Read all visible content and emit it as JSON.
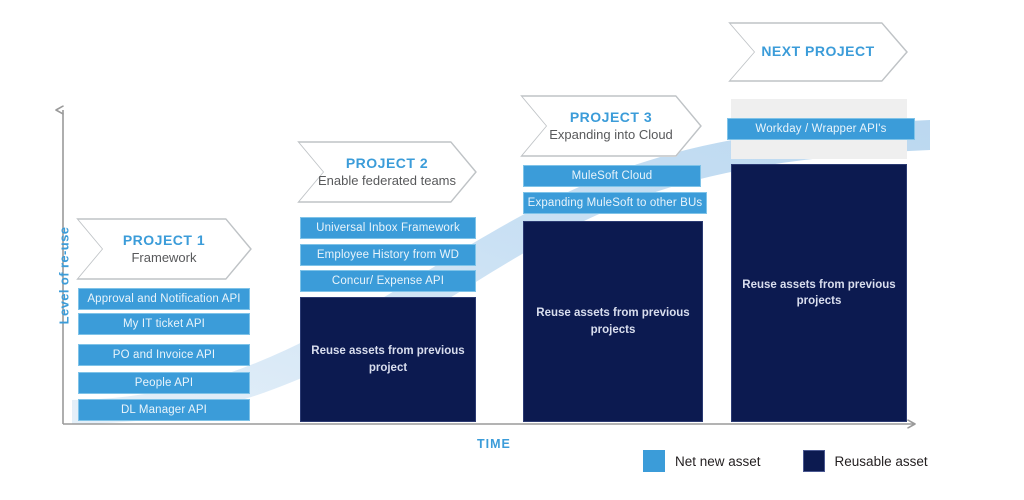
{
  "axes": {
    "y_label": "Level of re-use",
    "x_label": "TIME"
  },
  "colors": {
    "net_new_asset": "#3B9CD9",
    "reusable_asset": "#0C1A50",
    "accent_text": "#3B9CD9",
    "swoosh": "#CFE3F4",
    "gray_panel": "#EFEFEF"
  },
  "columns": [
    {
      "id": "project-1",
      "title": "PROJECT 1",
      "subtitle": "Framework",
      "net_new_assets": [
        "Approval and Notification API",
        "My IT ticket API",
        "PO and Invoice API",
        "People API",
        "DL Manager API"
      ],
      "reusable_block": null
    },
    {
      "id": "project-2",
      "title": "PROJECT 2",
      "subtitle": "Enable federated teams",
      "net_new_assets": [
        "Universal Inbox Framework",
        "Employee History from WD",
        "Concur/ Expense API"
      ],
      "reusable_block": "Reuse assets from previous project"
    },
    {
      "id": "project-3",
      "title": "PROJECT 3",
      "subtitle": "Expanding into Cloud",
      "net_new_assets": [
        "MuleSoft Cloud",
        "Expanding MuleSoft to other BUs"
      ],
      "reusable_block": "Reuse assets from previous projects"
    },
    {
      "id": "next-project",
      "title": "NEXT PROJECT",
      "subtitle": "",
      "net_new_assets": [
        "Workday / Wrapper API's"
      ],
      "reusable_block": "Reuse assets from previous projects"
    }
  ],
  "legend": {
    "items": [
      {
        "label": "Net new asset",
        "swatch": "net-new-asset-swatch"
      },
      {
        "label": "Reusable asset",
        "swatch": "reusable-asset-swatch"
      }
    ]
  },
  "chart_data": {
    "type": "bar",
    "title": "",
    "xlabel": "TIME",
    "ylabel": "Level of re-use",
    "categories": [
      "PROJECT 1",
      "PROJECT 2",
      "PROJECT 3",
      "NEXT PROJECT"
    ],
    "series": [
      {
        "name": "Net new asset",
        "values": [
          5,
          3,
          2,
          1
        ]
      },
      {
        "name": "Reusable asset",
        "values": [
          0,
          1,
          1,
          1
        ]
      }
    ],
    "grid": false,
    "legend_position": "bottom-right",
    "notes": "Stacked maturity diagram: count of net-new API assets decreases per project while the reusable-asset base grows taller, showing rising level of re-use over time."
  }
}
